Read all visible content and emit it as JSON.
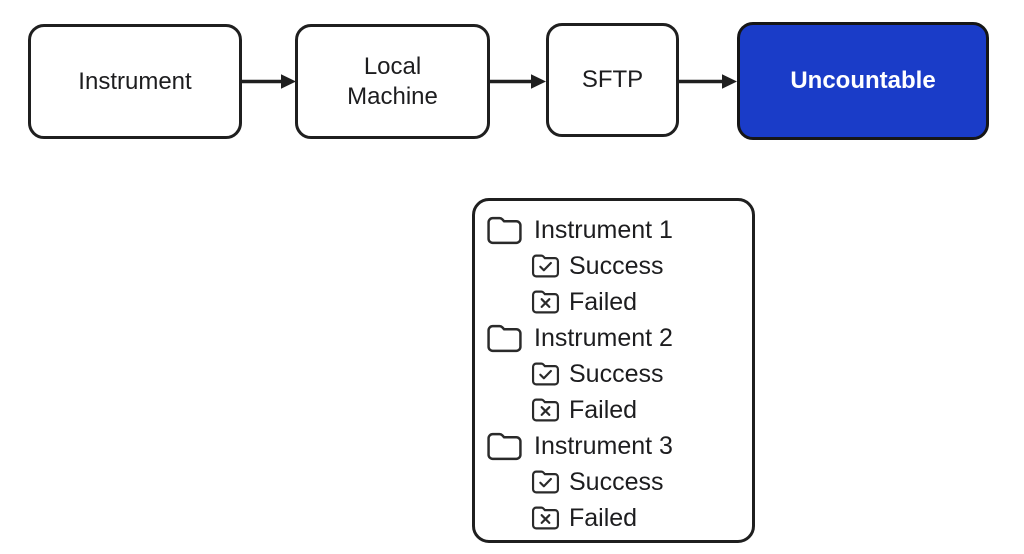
{
  "flow": {
    "boxes": [
      {
        "label": "Instrument",
        "variant": "default",
        "icon": null
      },
      {
        "label": "Local\nMachine",
        "variant": "default",
        "icon": null
      },
      {
        "label": "SFTP",
        "variant": "default",
        "icon": null
      },
      {
        "label": "Uncountable",
        "variant": "primary",
        "icon": null
      }
    ],
    "connector": "right-arrow"
  },
  "tree": {
    "items": [
      {
        "label": "Instrument 1",
        "icon": "folder",
        "level": 0
      },
      {
        "label": "Success",
        "icon": "folder-check",
        "level": 1
      },
      {
        "label": "Failed",
        "icon": "folder-x",
        "level": 1
      },
      {
        "label": "Instrument 2",
        "icon": "folder",
        "level": 0
      },
      {
        "label": "Success",
        "icon": "folder-check",
        "level": 1
      },
      {
        "label": "Failed",
        "icon": "folder-x",
        "level": 1
      },
      {
        "label": "Instrument 3",
        "icon": "folder",
        "level": 0
      },
      {
        "label": "Success",
        "icon": "folder-check",
        "level": 1
      },
      {
        "label": "Failed",
        "icon": "folder-x",
        "level": 1
      }
    ]
  },
  "colors": {
    "ink": "#1f1f1f",
    "text": "#1d1d1f",
    "primary_blue": "#1a3cc8",
    "primary_text": "#ffffff",
    "box_bg": "#ffffff"
  }
}
